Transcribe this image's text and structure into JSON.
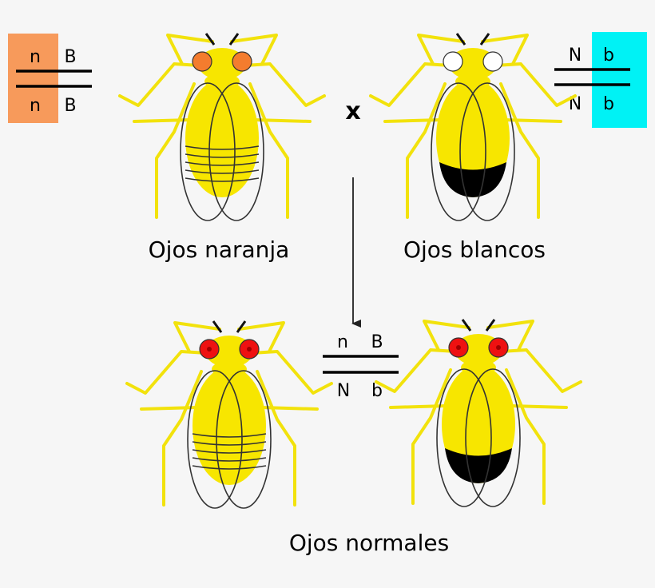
{
  "parents": {
    "left": {
      "label": "Ojos naranja",
      "eye_color": "#f47c2e",
      "body_pattern": "striped",
      "genotype": {
        "top": [
          "n",
          "B"
        ],
        "bottom": [
          "n",
          "B"
        ],
        "highlight": "#f79a5b"
      }
    },
    "right": {
      "label": "Ojos blancos",
      "eye_color": "#ffffff",
      "body_pattern": "black-band",
      "genotype": {
        "top": [
          "N",
          "b"
        ],
        "bottom": [
          "N",
          "b"
        ],
        "highlight": "#00f2f5"
      }
    },
    "cross_symbol": "x"
  },
  "offspring": {
    "label": "Ojos normales",
    "eye_color": "#ee1111",
    "pupil_color": "#a00000",
    "genotype": {
      "top": [
        "n",
        "B"
      ],
      "bottom": [
        "N",
        "b"
      ]
    }
  },
  "colors": {
    "body": "#f7e600",
    "legs": "#f2e20c",
    "outline": "#333333",
    "band": "#000000"
  },
  "icons": {
    "fly": "fruit-fly-icon",
    "arrow": "arrow-down-icon"
  }
}
